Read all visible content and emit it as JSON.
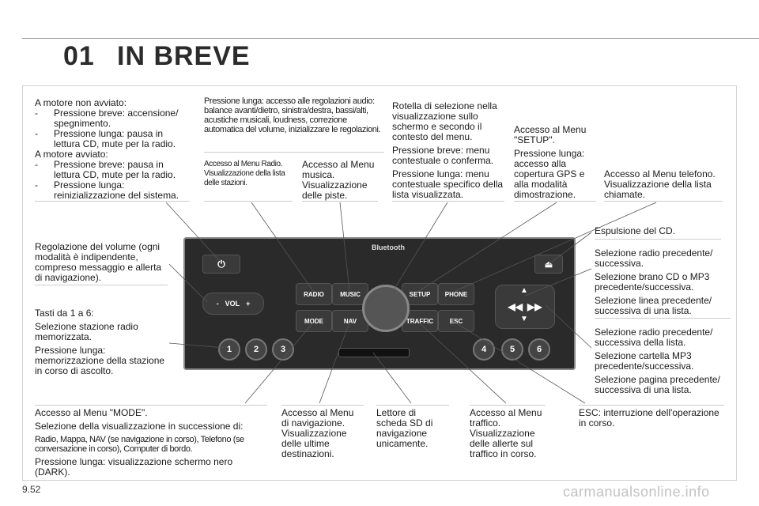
{
  "header": {
    "chapter_number": "01",
    "chapter_title": "IN BREVE"
  },
  "page": {
    "number": "9.52",
    "watermark": "carmanualsonline.info"
  },
  "radio": {
    "bluetooth_label": "Bluetooth",
    "buttons": {
      "radio": "RADIO",
      "music": "MUSIC",
      "setup": "SETUP",
      "phone": "PHONE",
      "mode": "MODE",
      "nav": "NAV",
      "traffic": "TRAFFIC",
      "esc": "ESC",
      "vol": "VOL",
      "minus": "-",
      "plus": "+"
    },
    "presets": [
      "1",
      "2",
      "3",
      "4",
      "5",
      "6"
    ]
  },
  "callouts": {
    "power": {
      "line1": "A motore non avviato:",
      "item1": "Pressione breve: accensione/ spegnimento.",
      "item2": "Pressione lunga: pausa in lettura CD, mute per la radio.",
      "line2": "A motore avviato:",
      "item3": "Pressione breve: pausa in lettura CD, mute per la radio.",
      "item4": "Pressione lunga: reinizializzazione del sistema.",
      "dash": "-"
    },
    "settings": "Pressione lunga: accesso alle regolazioni audio: balance avanti/dietro, sinistra/destra, bassi/alti, acustiche musicali, loudness, correzione automatica del volume, inizializzare le regolazioni.",
    "radio_menu": "Accesso al Menu Radio. Visualizzazione della lista delle stazioni.",
    "music_menu": "Accesso al Menu musica. Visualizzazione delle piste.",
    "knob": {
      "p1": "Rotella di selezione nella visualizzazione sullo schermo e secondo il contesto del menu.",
      "p2": "Pressione breve: menu contestuale o conferma.",
      "p3": "Pressione lunga: menu contestuale specifico della lista visualizzata."
    },
    "setup": {
      "p1": "Accesso al Menu \"SETUP\".",
      "p2": "Pressione lunga: accesso alla copertura GPS e alla modalità dimostrazione."
    },
    "phone": "Accesso al Menu telefono. Visualizzazione della lista chiamate.",
    "eject": "Espulsione del CD.",
    "up_down": {
      "p1": "Selezione radio precedente/ successiva.",
      "p2": "Selezione brano CD o MP3 precedente/successiva.",
      "p3": "Selezione linea precedente/ successiva di una lista."
    },
    "left_right": {
      "p1": "Selezione radio precedente/ successiva della lista.",
      "p2": "Selezione cartella MP3 precedente/successiva.",
      "p3": "Selezione pagina precedente/ successiva di una lista."
    },
    "volume": "Regolazione del volume (ogni modalità è indipendente, compreso messaggio e allerta di navigazione).",
    "presets": {
      "p1": "Tasti da 1 a 6:",
      "p2": "Selezione stazione radio memorizzata.",
      "p3": "Pressione lunga: memorizzazione della stazione in corso di ascolto."
    },
    "mode": {
      "p1": "Accesso al Menu \"MODE\".",
      "p2": "Selezione della visualizzazione in successione di:",
      "p3": "Radio, Mappa, NAV (se navigazione in corso), Telefono (se conversazione in corso), Computer di bordo.",
      "p4": "Pressione lunga: visualizzazione schermo nero (DARK)."
    },
    "nav": "Accesso al Menu di navigazione. Visualizzazione delle ultime destinazioni.",
    "sd": "Lettore di scheda SD di navigazione unicamente.",
    "traffic": "Accesso al Menu traffico. Visualizzazione delle allerte sul traffico in corso.",
    "esc": "ESC: interruzione dell'operazione in corso."
  },
  "colors": {
    "panel": "#2a2a2a",
    "button": "#3a3a3a",
    "text": "#1a1a1a",
    "rule": "#cccccc"
  }
}
